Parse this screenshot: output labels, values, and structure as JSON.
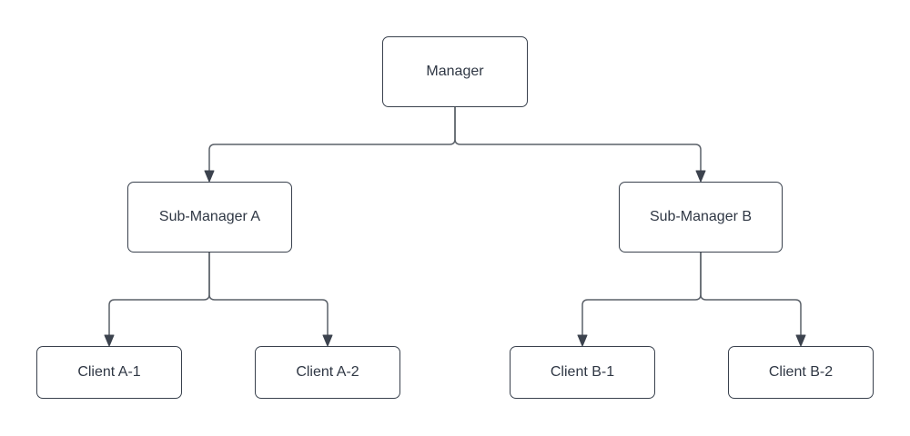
{
  "diagram": {
    "type": "org-chart-flowchart",
    "nodes": [
      {
        "id": "manager",
        "label": "Manager",
        "level": 0
      },
      {
        "id": "sub-manager-a",
        "label": "Sub-Manager A",
        "level": 1
      },
      {
        "id": "sub-manager-b",
        "label": "Sub-Manager B",
        "level": 1
      },
      {
        "id": "client-a1",
        "label": "Client A-1",
        "level": 2
      },
      {
        "id": "client-a2",
        "label": "Client A-2",
        "level": 2
      },
      {
        "id": "client-b1",
        "label": "Client B-1",
        "level": 2
      },
      {
        "id": "client-b2",
        "label": "Client B-2",
        "level": 2
      }
    ],
    "edges": [
      {
        "from": "manager",
        "to": "sub-manager-a",
        "arrow": "end"
      },
      {
        "from": "manager",
        "to": "sub-manager-b",
        "arrow": "end"
      },
      {
        "from": "sub-manager-a",
        "to": "client-a1",
        "arrow": "end"
      },
      {
        "from": "sub-manager-a",
        "to": "client-a2",
        "arrow": "end"
      },
      {
        "from": "sub-manager-b",
        "to": "client-b1",
        "arrow": "end"
      },
      {
        "from": "sub-manager-b",
        "to": "client-b2",
        "arrow": "end"
      }
    ],
    "colors": {
      "canvas_bg": "#ffffff",
      "node_fill": "#ffffff",
      "node_border": "#39414d",
      "text": "#2f3744",
      "connector": "#5a6068",
      "arrowhead": "#3c434e"
    }
  }
}
